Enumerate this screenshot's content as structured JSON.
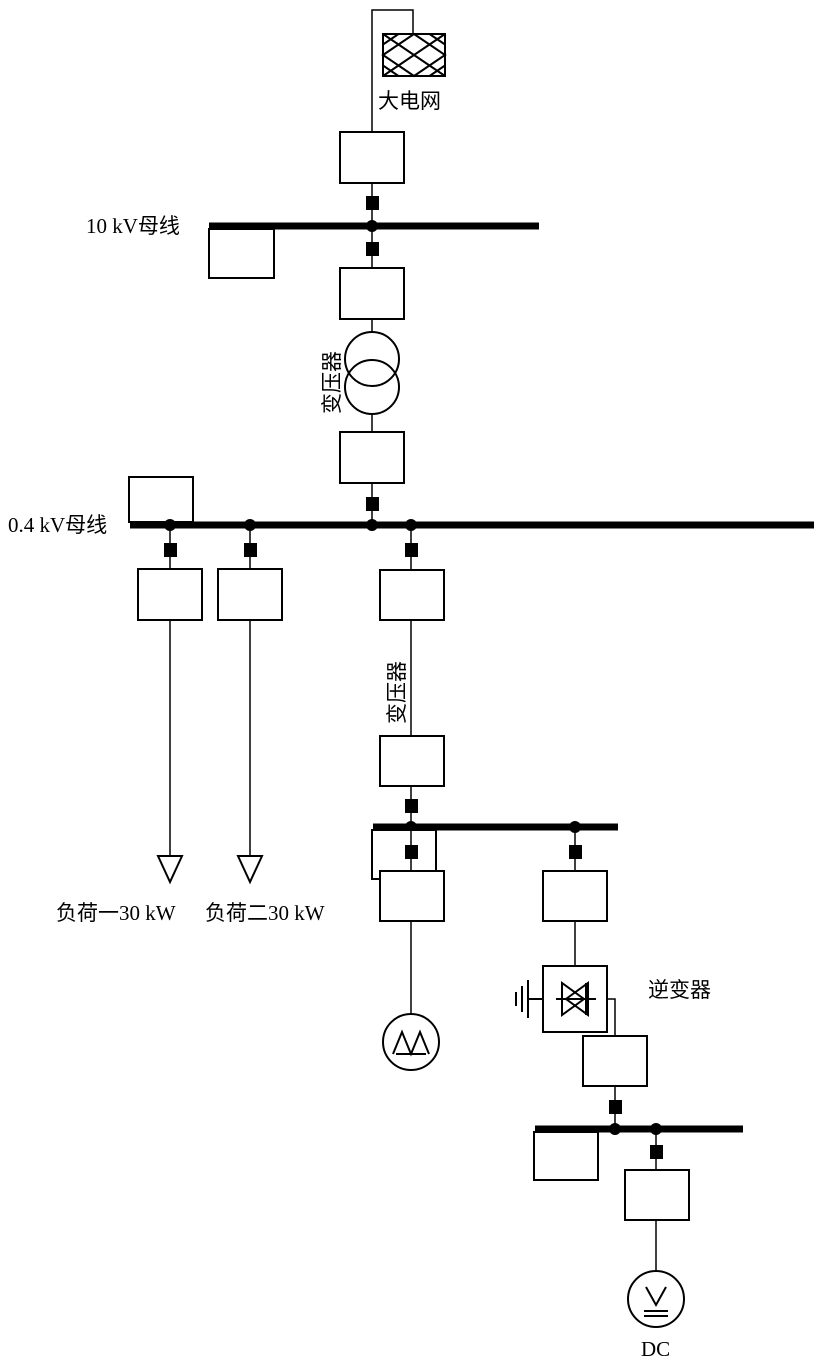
{
  "labels": {
    "grid": "大电网",
    "bus_10kv": "10 kV母线",
    "bus_04kv": "0.4 kV母线",
    "transformer_1": "变压器",
    "transformer_2": "变压器",
    "load_1": "负荷一30 kW",
    "load_2": "负荷二30 kW",
    "inverter": "逆变器",
    "dc": "DC"
  }
}
